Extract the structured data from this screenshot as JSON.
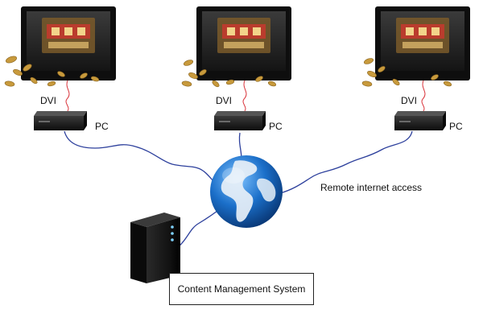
{
  "nodes": {
    "stations": [
      {
        "dvi_label": "DVI",
        "pc_label": "PC"
      },
      {
        "dvi_label": "DVI",
        "pc_label": "PC"
      },
      {
        "dvi_label": "DVI",
        "pc_label": "PC"
      }
    ],
    "internet_label": "Remote internet access",
    "cms_label": "Content Management System"
  },
  "colors": {
    "cable": "#2c3f9c",
    "dvi_cable": "#d9343b",
    "globe_ocean": "#1b6fc9",
    "globe_land": "#e8f0f7",
    "monitor_frame": "#0e0e0e",
    "pc_body": "#1c1c1c",
    "server_body": "#161616",
    "server_led": "#7fd3ff",
    "coin": "#c89a3c"
  },
  "icons": [
    "monitor-icon",
    "pc-icon",
    "globe-icon",
    "server-icon",
    "coin-icon"
  ]
}
